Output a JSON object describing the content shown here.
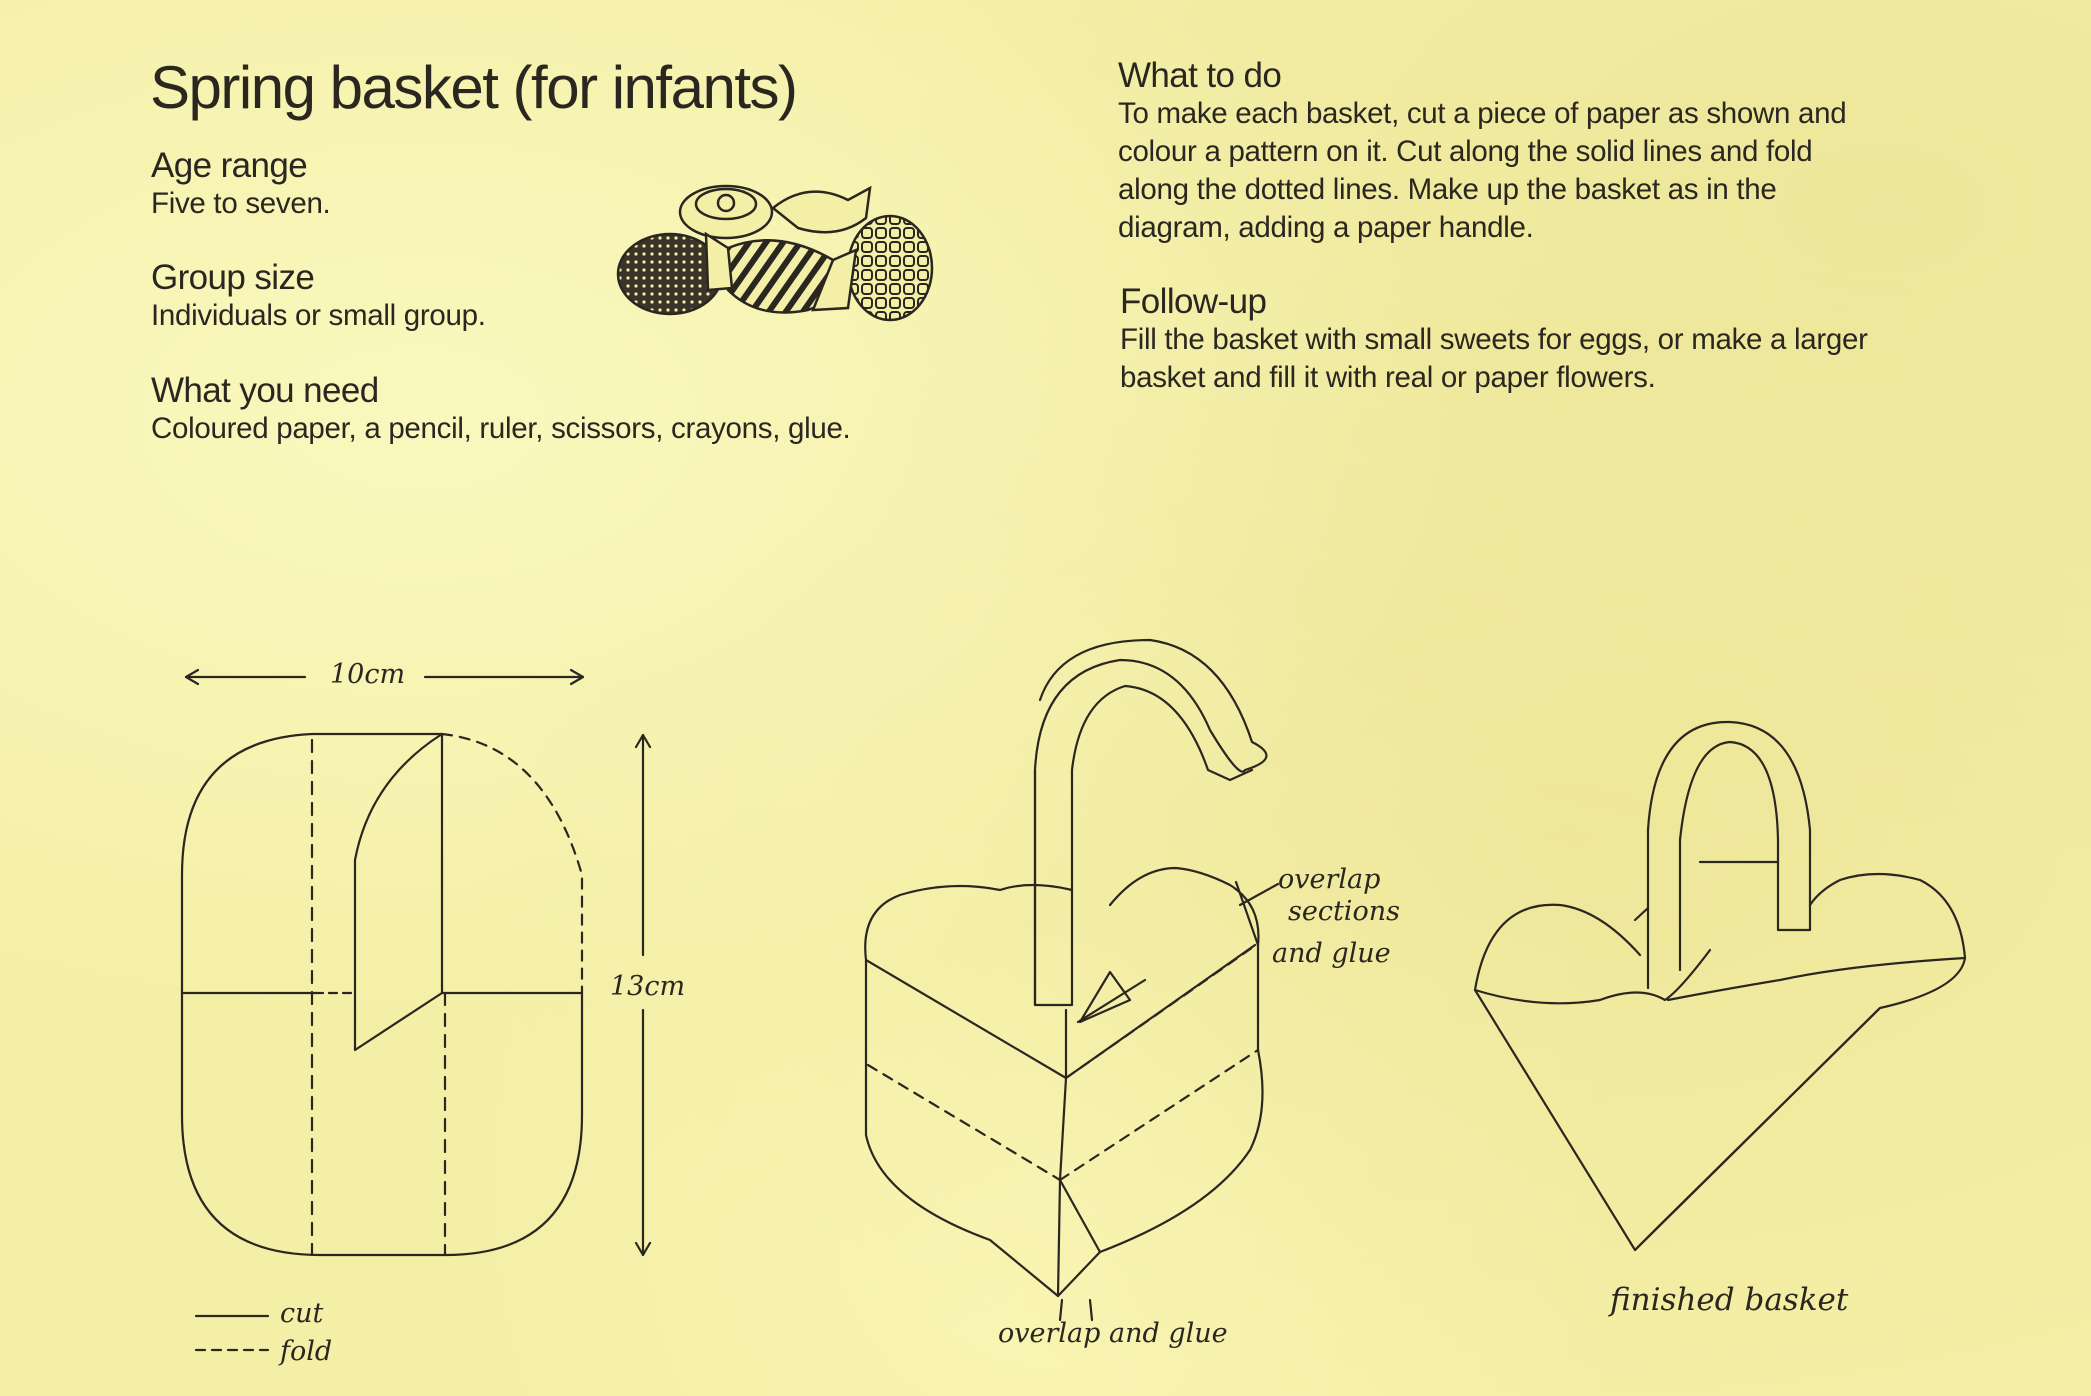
{
  "title": "Spring basket (for infants)",
  "sections": {
    "age_range": {
      "heading": "Age range",
      "text": "Five to seven."
    },
    "group_size": {
      "heading": "Group size",
      "text": "Individuals or small group."
    },
    "what_you_need": {
      "heading": "What you need",
      "text": "Coloured paper, a pencil, ruler, scissors, crayons, glue."
    },
    "what_to_do": {
      "heading": "What to do",
      "lines": [
        "To make each basket, cut a piece of paper as shown and",
        "colour a pattern on it. Cut along the solid lines and fold",
        "along the dotted lines. Make up the basket as in the",
        "diagram, adding a paper handle."
      ]
    },
    "follow_up": {
      "heading": "Follow-up",
      "lines": [
        "Fill the basket with small sweets for eggs, or make a larger",
        "basket and fill it with real or paper flowers."
      ]
    }
  },
  "diagram": {
    "width_label": "10cm",
    "height_label": "13cm",
    "legend": {
      "cut": "cut",
      "fold": "fold"
    },
    "overlap_label_lines": [
      "overlap",
      "sections",
      "and glue"
    ],
    "overlap_glue_label": "overlap and glue",
    "finished_label": "finished basket"
  }
}
